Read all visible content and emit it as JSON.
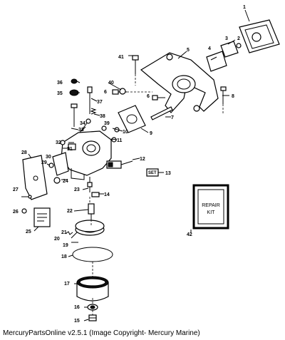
{
  "diagram": {
    "callouts": [
      "1",
      "2",
      "3",
      "4",
      "5",
      "6",
      "6",
      "7",
      "8",
      "9",
      "10",
      "11",
      "12",
      "13",
      "14",
      "15",
      "16",
      "17",
      "18",
      "19",
      "20",
      "21",
      "22",
      "23",
      "24",
      "25",
      "26",
      "27",
      "28",
      "29",
      "30",
      "31",
      "32",
      "33",
      "34",
      "35",
      "36",
      "37",
      "38",
      "39",
      "40",
      "41",
      "42"
    ],
    "decal_label": "SET",
    "kit_label_line1": "REPAIR",
    "kit_label_line2": "KIT"
  },
  "caption": "MercuryPartsOnline v2.5.1 (Image Copyright- Mercury Marine)"
}
